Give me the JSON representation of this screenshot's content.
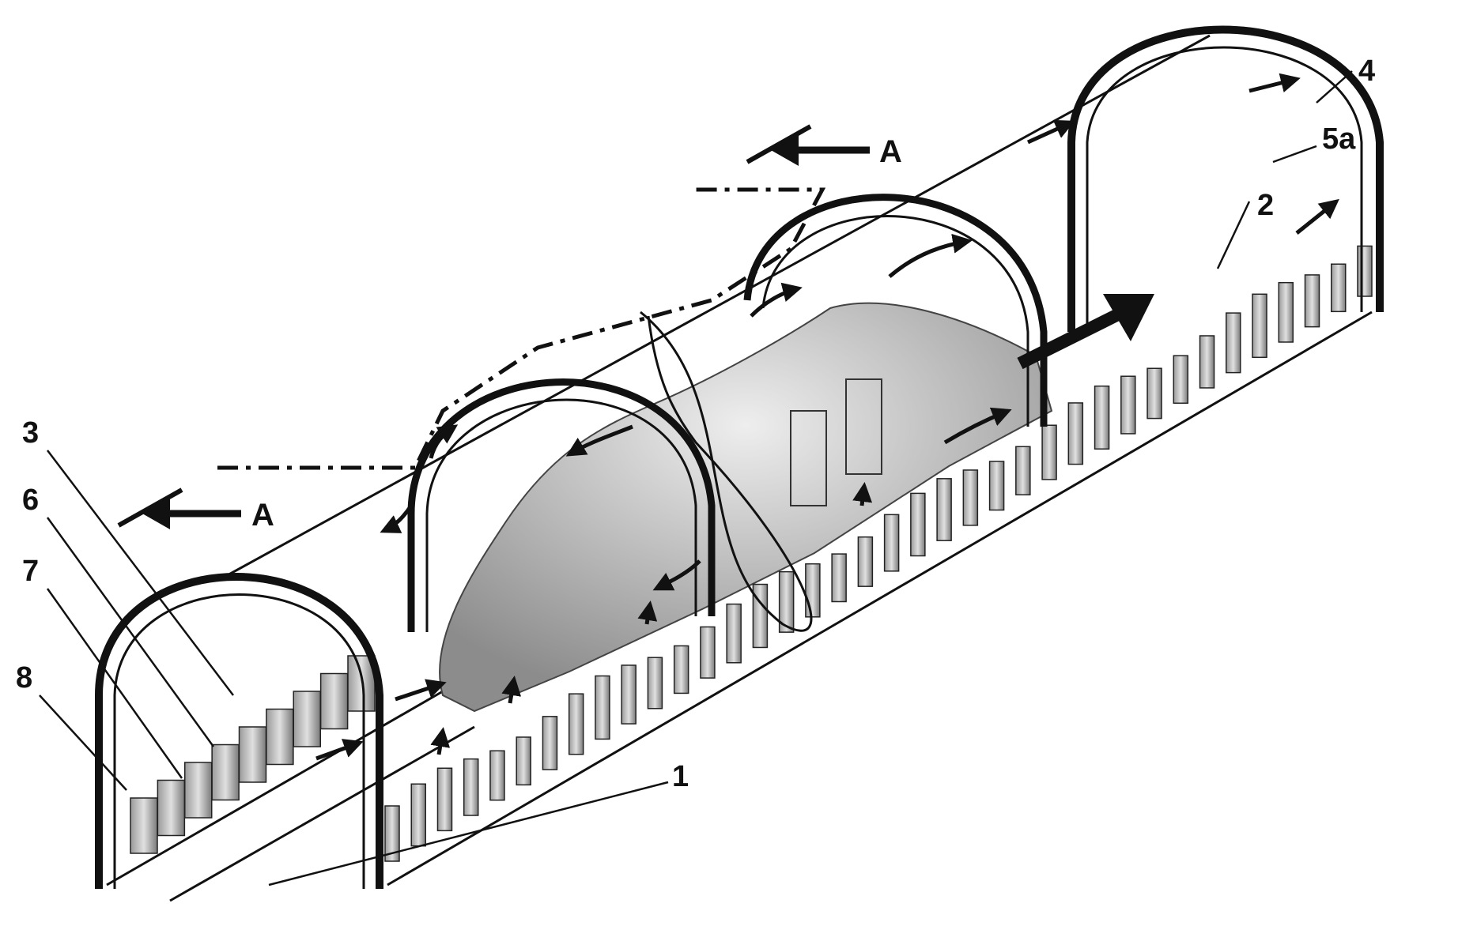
{
  "figure": {
    "section_marker": "A",
    "reference_numerals": [
      "1",
      "2",
      "3",
      "4",
      "5a",
      "6",
      "7",
      "8"
    ]
  },
  "colors": {
    "line": "#111111",
    "shade_dark": "#555555",
    "shade_light": "#c9c9c9",
    "background": "#ffffff"
  },
  "icons": {
    "flow_arrow": "arrow-icon",
    "section_arrow": "section-arrow-icon"
  }
}
